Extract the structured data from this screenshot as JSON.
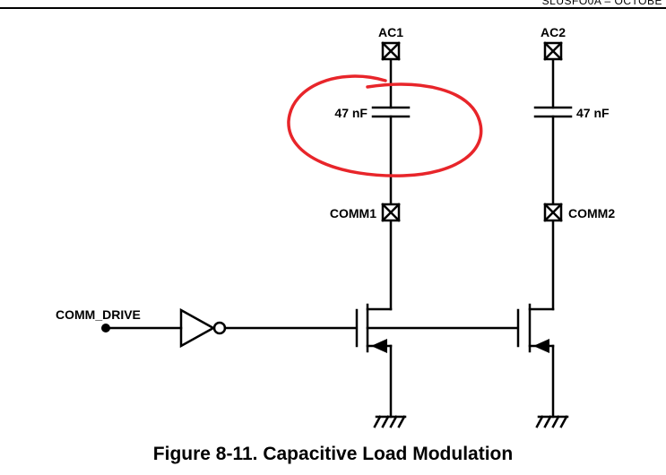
{
  "header": {
    "doc_ref": "SLUSFO0A – OCTOBE"
  },
  "labels": {
    "ac1": "AC1",
    "ac2": "AC2",
    "cap1": "47 nF",
    "cap2": "47 nF",
    "comm1": "COMM1",
    "comm2": "COMM2",
    "comm_drive": "COMM_DRIVE"
  },
  "caption": "Figure 8-11. Capacitive Load Modulation",
  "colors": {
    "wire": "#000000",
    "annotation": "#e8252a"
  }
}
